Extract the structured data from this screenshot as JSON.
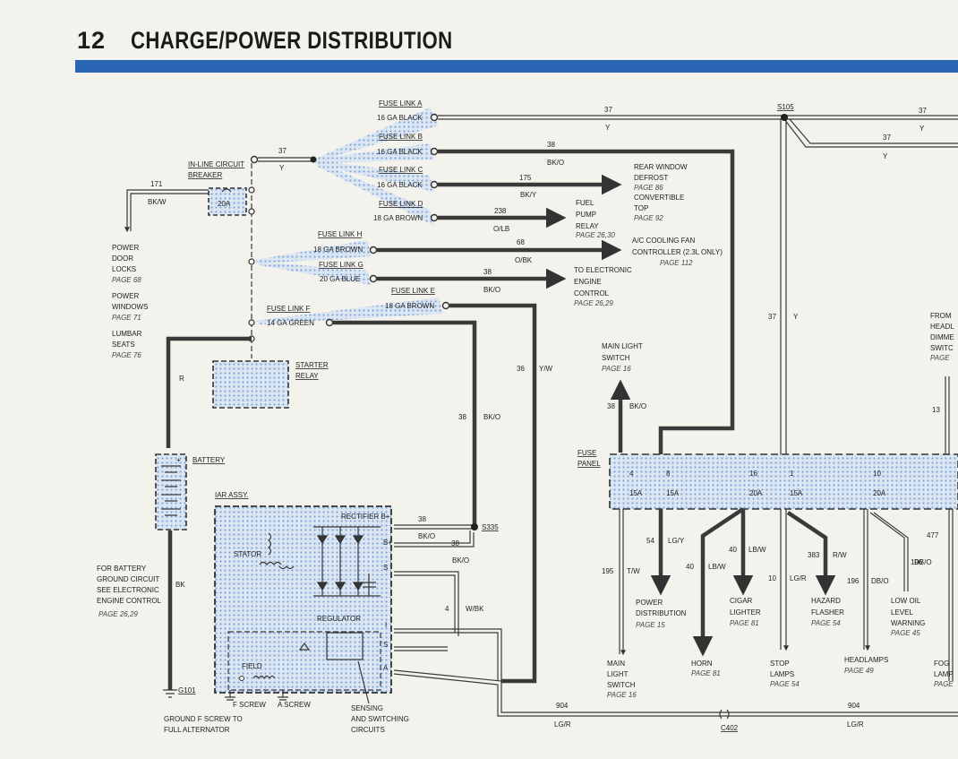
{
  "header": {
    "page_number": "12",
    "title": "CHARGE/POWER DISTRIBUTION"
  },
  "fuse_links": [
    {
      "name": "FUSE LINK A",
      "wire": "16 GA BLACK"
    },
    {
      "name": "FUSE LINK B",
      "wire": "16 GA BLACK"
    },
    {
      "name": "FUSE LINK C",
      "wire": "16 GA BLACK"
    },
    {
      "name": "FUSE LINK D",
      "wire": "18 GA BROWN"
    },
    {
      "name": "FUSE LINK H",
      "wire": "18 GA BROWN"
    },
    {
      "name": "FUSE LINK G",
      "wire": "20 GA BLUE"
    },
    {
      "name": "FUSE LINK E",
      "wire": "18 GA BROWN"
    },
    {
      "name": "FUSE LINK F",
      "wire": "14 GA GREEN"
    }
  ],
  "splice": {
    "s105": "S105",
    "s335": "S335",
    "c402": "C402",
    "g101": "G101"
  },
  "components": {
    "inline_breaker": "IN-LINE CIRCUIT BREAKER",
    "breaker_rating": "20A",
    "starter_relay": "STARTER RELAY",
    "battery": "BATTERY",
    "iar_assy": "IAR ASSY.",
    "rectifier": "RECTIFIER B+",
    "stator": "STATOR",
    "regulator": "REGULATOR",
    "field": "FIELD",
    "f_screw": "F SCREW",
    "a_screw": "A SCREW",
    "sensing": [
      "SENSING",
      "AND SWITCHING",
      "CIRCUITS"
    ],
    "ground_f": [
      "GROUND F SCREW TO",
      "FULL ALTERNATOR"
    ],
    "fuse_panel": [
      "FUSE",
      "PANEL"
    ],
    "terminal_b": "B+",
    "terminal_s": "S",
    "terminal_i": "I",
    "terminal_a": "A"
  },
  "left_loads": [
    {
      "lines": [
        "POWER",
        "DOOR",
        "LOCKS"
      ],
      "page": "PAGE 68"
    },
    {
      "lines": [
        "POWER",
        "WINDOWS"
      ],
      "page": "PAGE 71"
    },
    {
      "lines": [
        "LUMBAR",
        "SEATS"
      ],
      "page": "PAGE 76"
    }
  ],
  "battery_ground": {
    "lines": [
      "FOR BATTERY",
      "GROUND CIRCUIT",
      "SEE ELECTRONIC",
      "ENGINE CONTROL"
    ],
    "page": "PAGE 26,29"
  },
  "right_loads": {
    "rear_window": {
      "lines": [
        "REAR WINDOW",
        "DEFROST"
      ],
      "page1": "PAGE 86",
      "lines2": [
        "CONVERTIBLE",
        "TOP"
      ],
      "page2": "PAGE 92"
    },
    "fuel_pump": {
      "lines": [
        "FUEL",
        "PUMP",
        "RELAY"
      ],
      "page": "PAGE 26,30"
    },
    "ac_cooling": {
      "lines": [
        "A/C COOLING FAN",
        "CONTROLLER (2.3L ONLY)"
      ],
      "page": "PAGE 112"
    },
    "electronic_engine": {
      "lines": [
        "TO ELECTRONIC",
        "ENGINE",
        "CONTROL"
      ],
      "page": "PAGE 26,29"
    },
    "main_light_top": {
      "lines": [
        "MAIN LIGHT",
        "SWITCH"
      ],
      "page": "PAGE 16"
    },
    "from_head": {
      "lines": [
        "FROM",
        "HEADL",
        "DIMME",
        "SWITC"
      ],
      "page": "PAGE"
    }
  },
  "bottom_loads": [
    {
      "lines": [
        "MAIN",
        "LIGHT",
        "SWITCH"
      ],
      "page": "PAGE 16"
    },
    {
      "lines": [
        "POWER",
        "DISTRIBUTION"
      ],
      "page": "PAGE 15"
    },
    {
      "lines": [
        "HORN"
      ],
      "page": "PAGE 81"
    },
    {
      "lines": [
        "CIGAR",
        "LIGHTER"
      ],
      "page": "PAGE 81"
    },
    {
      "lines": [
        "STOP",
        "LAMPS"
      ],
      "page": "PAGE 54"
    },
    {
      "lines": [
        "HAZARD",
        "FLASHER"
      ],
      "page": "PAGE 54"
    },
    {
      "lines": [
        "HEADLAMPS"
      ],
      "page": "PAGE 49"
    },
    {
      "lines": [
        "LOW OIL",
        "LEVEL",
        "WARNING"
      ],
      "page": "PAGE 45"
    },
    {
      "lines": [
        "FOG",
        "LAMP"
      ],
      "page": "PAGE"
    }
  ],
  "fuses": [
    {
      "num": "4",
      "amp": "15A"
    },
    {
      "num": "8",
      "amp": "15A"
    },
    {
      "num": "16",
      "amp": "20A"
    },
    {
      "num": "1",
      "amp": "15A"
    },
    {
      "num": "10",
      "amp": "20A"
    }
  ],
  "circuits": {
    "c37": "37",
    "y": "Y",
    "c38": "38",
    "bko": "BK/O",
    "c175": "175",
    "bky": "BK/Y",
    "c238": "238",
    "olb": "O/LB",
    "c68": "68",
    "obk": "O/BK",
    "c171": "171",
    "bkw": "BK/W",
    "r": "R",
    "bk": "BK",
    "c36": "36",
    "yw": "Y/W",
    "c4": "4",
    "wbk": "W/BK",
    "c54": "54",
    "lgy": "LG/Y",
    "c40": "40",
    "lbw": "LB/W",
    "c195": "195",
    "tw": "T/W",
    "c10": "10",
    "lgr": "LG/R",
    "c383": "383",
    "rw": "R/W",
    "c196": "196",
    "dbo": "DB/O",
    "c477": "477",
    "c13": "13",
    "c904": "904"
  }
}
